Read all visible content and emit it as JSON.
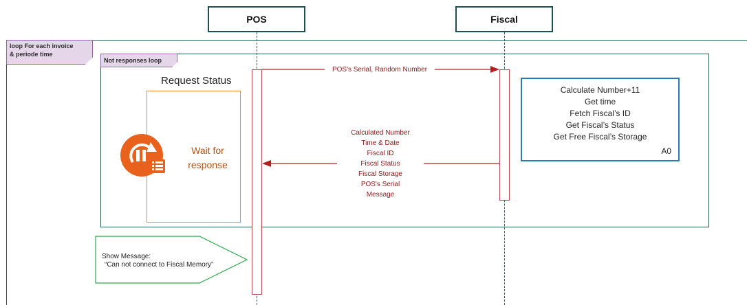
{
  "participants": [
    {
      "id": "pos",
      "label": "POS"
    },
    {
      "id": "fiscal",
      "label": "Fiscal"
    }
  ],
  "loop_frame": {
    "label_line1": "loop For each invoice",
    "label_line2": "& periode time"
  },
  "inner_frame": {
    "label": "Not responses loop"
  },
  "messages": {
    "request": {
      "label": "POS's Serial, Random Number"
    },
    "response": {
      "lines": [
        "Calculated Number",
        "Time & Date",
        "Fiscal ID",
        "Fiscal Status",
        "Fiscal Storage",
        "POS's Serial",
        "Message"
      ]
    }
  },
  "request_status": {
    "title": "Request Status",
    "wait_line1": "Wait for",
    "wait_line2": "response",
    "icon": "pause-circle-list-icon"
  },
  "fiscal_note": {
    "lines": [
      "Calculate Number+11",
      "Get time",
      "Fetch Fiscal’s ID",
      "Get Fiscal’s Status",
      "Get Free Fiscal’s Storage"
    ],
    "tag": "A0"
  },
  "show_message": {
    "line1": "Show Message:",
    "line2": "“Can not connect to Fiscal Memory”"
  },
  "colors": {
    "frame": "#2f5555",
    "message": "#b51f1f",
    "activation": "#b84a55",
    "status_border": "#f08a35",
    "icon": "#e8621e",
    "note_border": "#2a7ab8",
    "show_message_border": "#2fa84f",
    "tag_fill": "#e6d6ea"
  }
}
